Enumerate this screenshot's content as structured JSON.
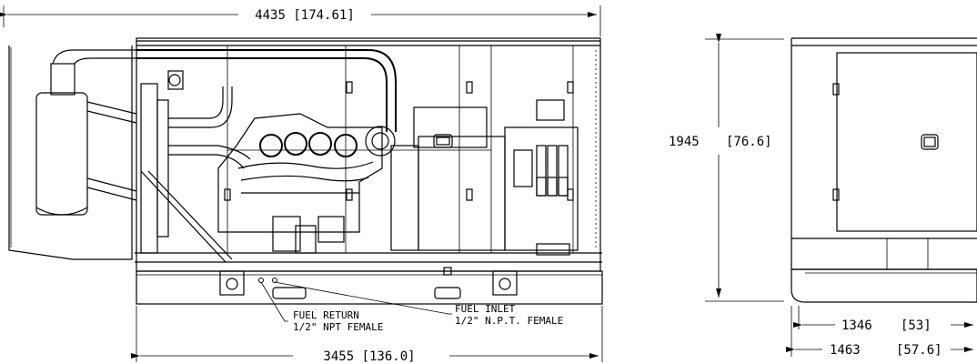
{
  "dimensions": {
    "overall_length": "4435 [174.61]",
    "base_length": "3455 [136.0]",
    "height_mm": "1945",
    "height_in": "[76.6]",
    "width_inner_mm": "1346",
    "width_inner_in": "[53]",
    "width_outer_mm": "1463",
    "width_outer_in": "[57.6]"
  },
  "notes": {
    "fuel_return_title": "FUEL RETURN",
    "fuel_return_spec": "1/2\" NPT FEMALE",
    "fuel_inlet_title": "FUEL INLET",
    "fuel_inlet_spec": "1/2\" N.P.T. FEMALE"
  }
}
